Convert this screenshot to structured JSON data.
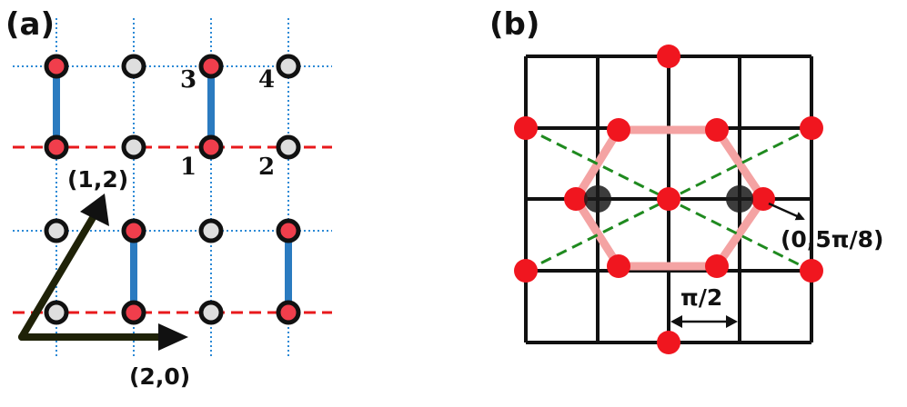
{
  "panels": {
    "a": {
      "label": "(a)",
      "site_labels": [
        "3",
        "4",
        "1",
        "2"
      ],
      "vectors": [
        "(1,2)",
        "(2,0)"
      ],
      "colors": {
        "grid": "#2c8ad6",
        "dashed_row": "#e8191c",
        "bond": "#2b7bc0",
        "site_red": "#f03e4c",
        "site_gray": "#dedede",
        "site_ring": "#111111",
        "arrow": "#1f2208"
      }
    },
    "b": {
      "label": "(b)",
      "point_label": "(0,5π/8)",
      "spacing_label": "π/2",
      "colors": {
        "grid": "#111111",
        "hexagon": "#f4a3a3",
        "diagonal": "#1f8a1f",
        "red_point": "#f0161f",
        "black_point": "#1a1a1a"
      }
    }
  }
}
